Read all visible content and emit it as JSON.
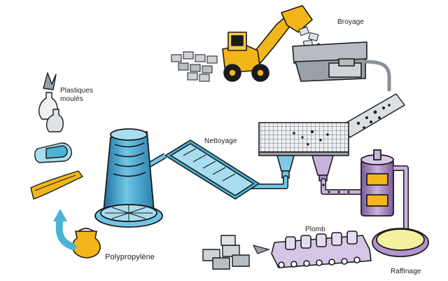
{
  "labels": {
    "broyage": "Broyage",
    "plastiques_line1": "Plastiques",
    "plastiques_line2": "moulés",
    "nettoyage": "Nettoyage",
    "plomb": "Plomb",
    "polypropylene": "Polypropylène",
    "raffinage": "Raffinage"
  },
  "colors": {
    "yellow": "#f2b51a",
    "cyan": "#4ab3d6",
    "purple": "#a98bc4",
    "gray": "#b8bcc2",
    "dark": "#1b1b1b",
    "orange": "#e8a21a"
  }
}
